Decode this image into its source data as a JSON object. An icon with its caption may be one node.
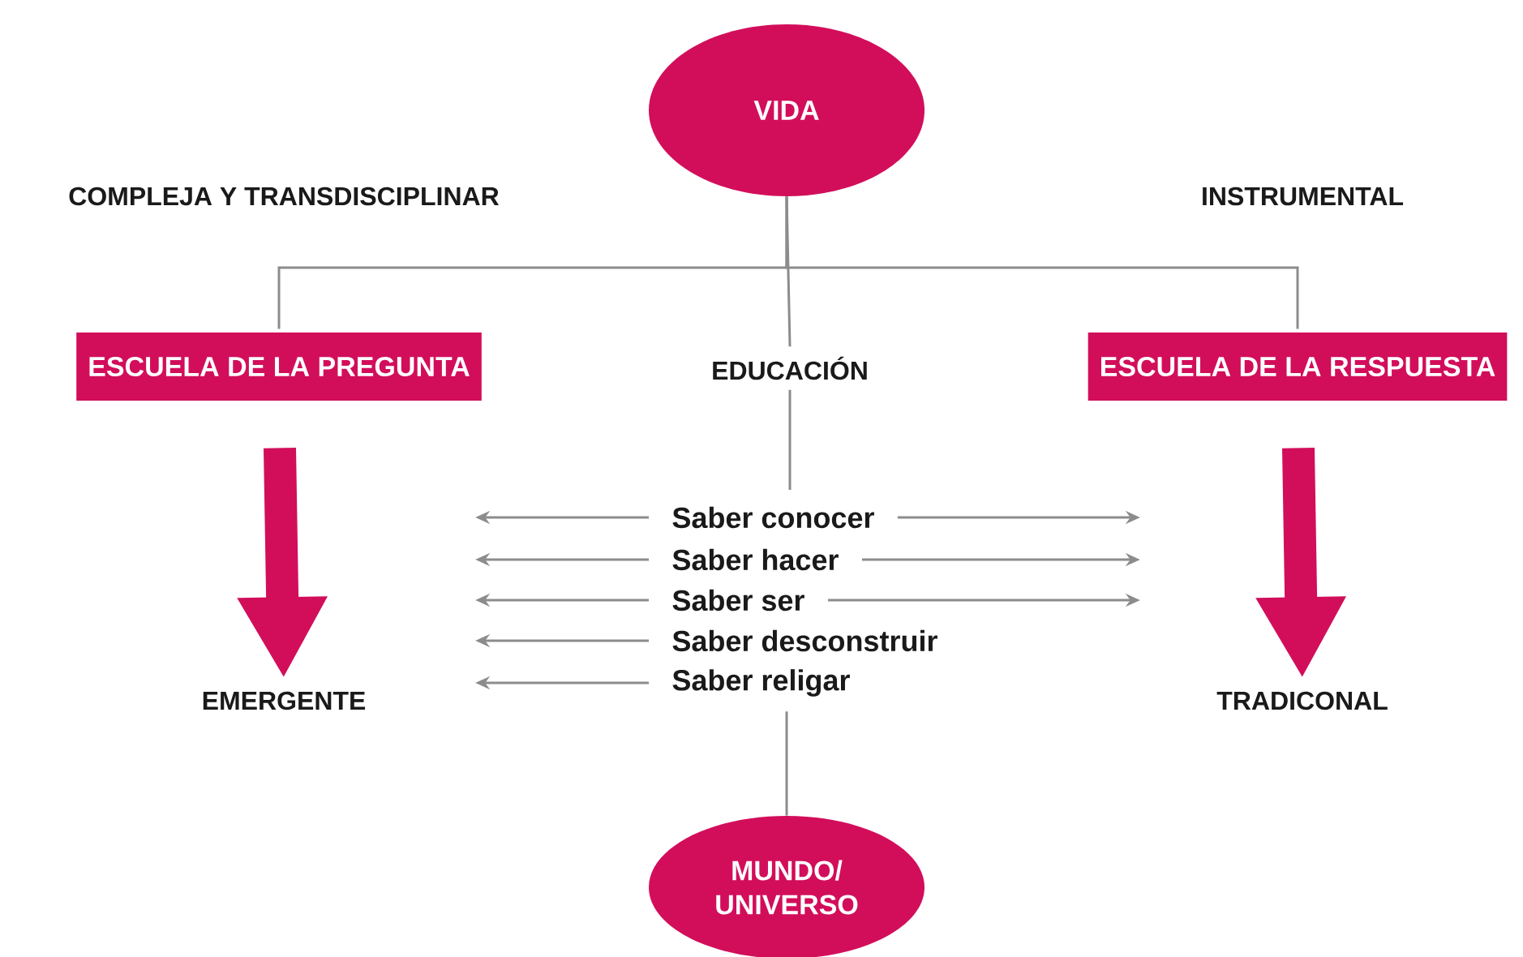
{
  "diagram": {
    "nodes": [
      {
        "text": [
          "VIDA"
        ]
      },
      {
        "text": [
          "ESCUELA DE LA PREGUNTA"
        ]
      },
      {
        "text": [
          "EDUCACIÓN"
        ]
      },
      {
        "text": [
          "ESCUELA DE LA RESPUESTA"
        ]
      },
      {
        "text": [
          "Saber conocer"
        ]
      },
      {
        "text": [
          "Saber hacer"
        ]
      },
      {
        "text": [
          "Saber ser"
        ]
      },
      {
        "text": [
          "Saber desconstruir"
        ]
      },
      {
        "text": [
          "Saber religar"
        ]
      },
      {
        "text": [
          "EMERGENTE"
        ]
      },
      {
        "text": [
          "TRADICONAL"
        ]
      },
      {
        "text": [
          "MUNDO/ UNIVERSO"
        ]
      }
    ],
    "edges": [
      {
        "from": 0,
        "to": 1,
        "arrow": "none"
      },
      {
        "from": 0,
        "to": 2,
        "arrow": "none"
      },
      {
        "from": 0,
        "to": 3,
        "arrow": "none"
      },
      {
        "from": 2,
        "to": 4,
        "arrow": "none"
      },
      {
        "from": 4,
        "to": null,
        "arrow": "to"
      },
      {
        "from": 4,
        "to": null,
        "arrow": "to"
      },
      {
        "from": 5,
        "to": null,
        "arrow": "to"
      },
      {
        "from": 5,
        "to": null,
        "arrow": "to"
      },
      {
        "from": 6,
        "to": null,
        "arrow": "to"
      },
      {
        "from": 6,
        "to": null,
        "arrow": "to"
      },
      {
        "from": 7,
        "to": null,
        "arrow": "to"
      },
      {
        "from": 8,
        "to": null,
        "arrow": "to"
      },
      {
        "from": 8,
        "to": 11,
        "arrow": "none"
      },
      {
        "from": 1,
        "to": 9,
        "arrow": "to",
        "style": "thick",
        "color": "#d20e5b"
      },
      {
        "from": 3,
        "to": 10,
        "arrow": "to",
        "style": "thick",
        "color": "#d20e5b"
      }
    ],
    "labels": [
      "COMPLEJA Y TRANSDISCIPLINAR",
      "INSTRUMENTAL"
    ]
  }
}
